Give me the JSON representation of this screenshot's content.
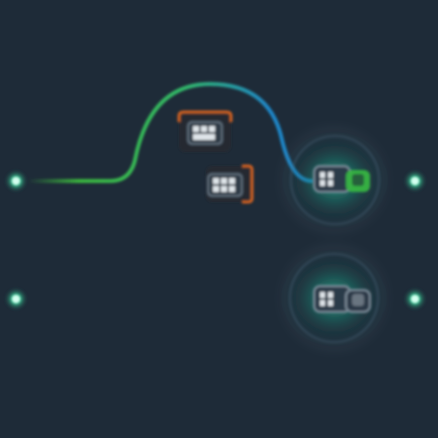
{
  "scene": {
    "background": "#1e2b38",
    "description_colors": {
      "track_green": "#3fc63f",
      "track_blue": "#1f86c8",
      "glow_cyan": "#20c0a0",
      "node_glow": "#35d6a0",
      "block_orange": "#d06020",
      "device_green": "#49e04a"
    }
  },
  "paths": [
    {
      "name": "upper-route",
      "from": "left-port-upper",
      "to": "right-port-upper"
    },
    {
      "name": "lower-route",
      "from": "left-port-lower",
      "to": "right-port-lower"
    }
  ],
  "icons": {
    "left_port": "port-icon",
    "right_port": "port-icon",
    "device": "device-icon",
    "block": "block-icon"
  }
}
